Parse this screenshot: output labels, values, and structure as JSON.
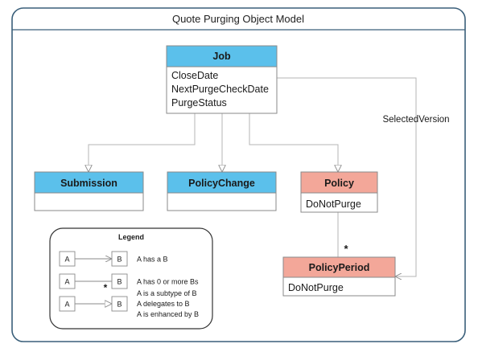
{
  "title": "Quote Purging Object Model",
  "colors": {
    "header_blue": "#5bc0eb",
    "header_salmon": "#f3a799",
    "frame": "#3a5f7a",
    "connector": "#b5b5b5"
  },
  "classes": {
    "job": {
      "name": "Job",
      "attributes": [
        "CloseDate",
        "NextPurgeCheckDate",
        "PurgeStatus"
      ]
    },
    "submission": {
      "name": "Submission",
      "attributes": []
    },
    "policy_change": {
      "name": "PolicyChange",
      "attributes": []
    },
    "policy": {
      "name": "Policy",
      "attributes": [
        "DoNotPurge"
      ]
    },
    "policy_period": {
      "name": "PolicyPeriod",
      "attributes": [
        "DoNotPurge"
      ]
    }
  },
  "relations": {
    "selected_version_label": "SelectedVersion",
    "policy_period_multiplicity": "*"
  },
  "legend": {
    "title": "Legend",
    "box_a": "A",
    "box_b": "B",
    "has_a": "A has a B",
    "has_many": "A has 0 or more Bs",
    "many_marker": "*",
    "subtype": "A is a subtype of B",
    "delegates": "A delegates to B",
    "enhanced": "A is enhanced by B"
  }
}
